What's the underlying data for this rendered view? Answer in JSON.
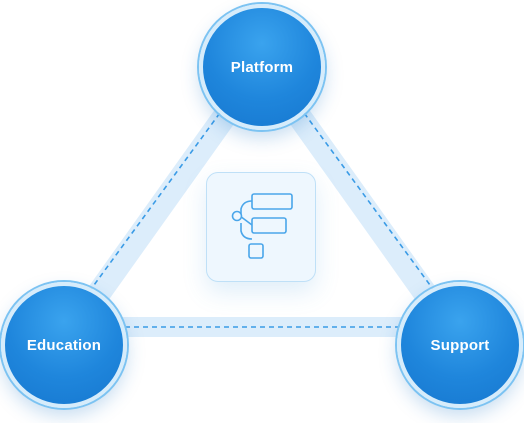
{
  "diagram": {
    "nodes": {
      "platform": "Platform",
      "education": "Education",
      "support": "Support"
    },
    "center_icon": "hierarchy-tree-icon",
    "colors": {
      "node_fill": "#1f86dc",
      "node_ring": "#7cc3f2",
      "connector_band": "#dcedfb",
      "connector_dash": "#3a9be6",
      "card_fill": "#eef7fe",
      "card_border": "#bfe0f7"
    }
  }
}
